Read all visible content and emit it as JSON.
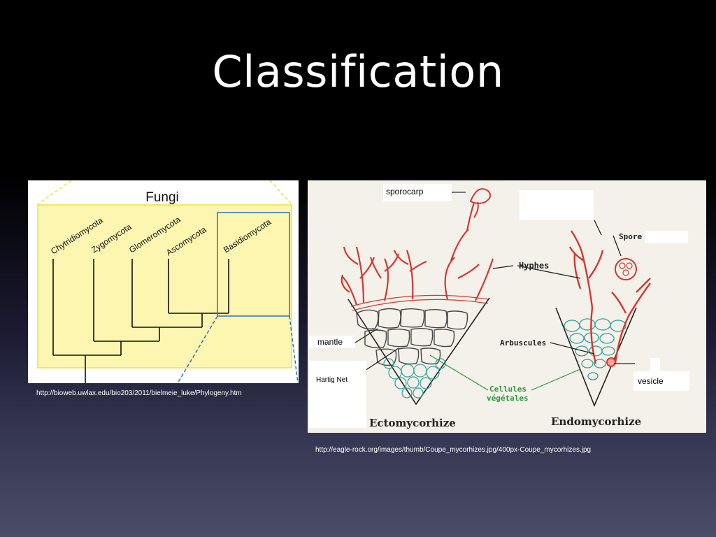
{
  "slide": {
    "title": "Classification"
  },
  "phylogeny": {
    "group": "Fungi",
    "taxa": [
      "Chytridiomycota",
      "Zygomycota",
      "Glomeromycota",
      "Ascomycota",
      "Basidiomycota"
    ],
    "source": "http://bioweb.uwlax.edu/bio203/2011/bielmeie_luke/Phylogeny.htm"
  },
  "mycorrhizae": {
    "labels": {
      "sporocarp": "sporocarp",
      "mantle": "mantle",
      "hartig_net": "Hartig Net",
      "vesicle": "vesicle",
      "spore": "Spore",
      "hyphes": "Hyphes",
      "arbuscules": "Arbuscules",
      "cellules_line1": "Cellules",
      "cellules_line2": "végétales",
      "ecto": "Ectomycorhize",
      "endo": "Endomycorhize"
    },
    "source": "http://eagle-rock.org/images/thumb/Coupe_mycorhizes.jpg/400px-Coupe_mycorhizes.jpg"
  },
  "colors": {
    "yellow_fill": "#fdf6b0",
    "yellow_line": "#f2e03a",
    "blue_box": "#2c73c4",
    "red_hyphae": "#d8362e",
    "teal_cells": "#2ea39a",
    "green_text": "#2a9a3a"
  }
}
